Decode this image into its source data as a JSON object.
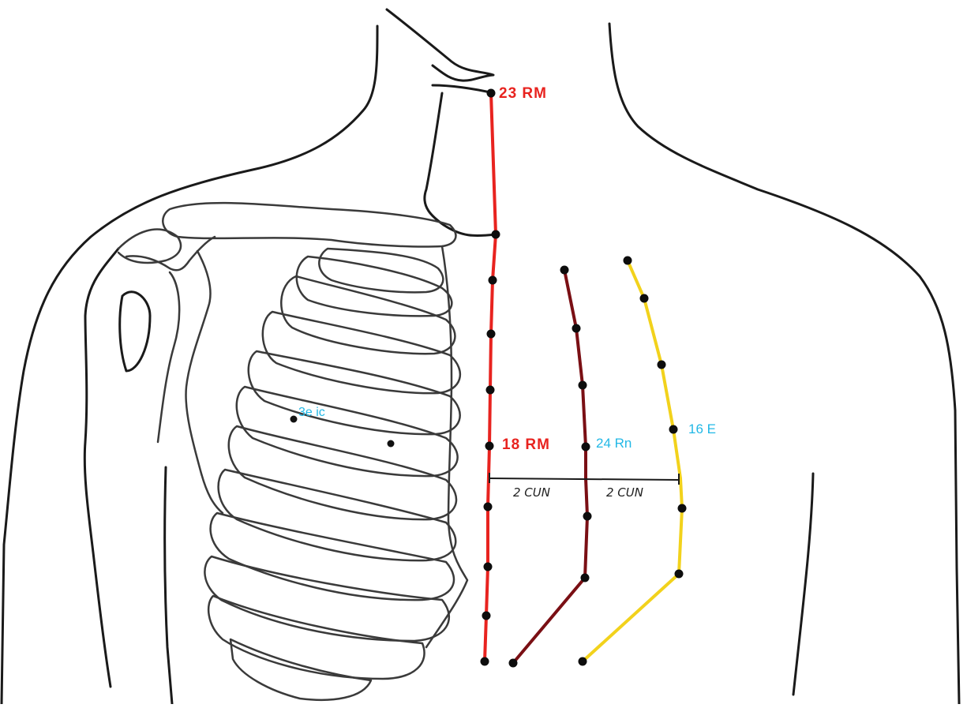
{
  "diagram": {
    "labels": {
      "top_point": "23 RM",
      "mid_point": "18 RM",
      "kidney_point": "24 Rn",
      "stomach_point": "16 E",
      "intercostal": "3e ic",
      "distance_left": "2 CUN",
      "distance_right": "2 CUN"
    },
    "meridians": [
      {
        "name": "RM",
        "color": "#e8231f",
        "point_count": 10
      },
      {
        "name": "Rn",
        "color": "#7a0f14",
        "point_count": 7
      },
      {
        "name": "E",
        "color": "#f2d21c",
        "point_count": 7
      }
    ],
    "colors": {
      "outline": "#1a1a1a",
      "ribs": "#3a3a3a",
      "label_red": "#e8231f",
      "label_cyan": "#22b8e6"
    }
  }
}
